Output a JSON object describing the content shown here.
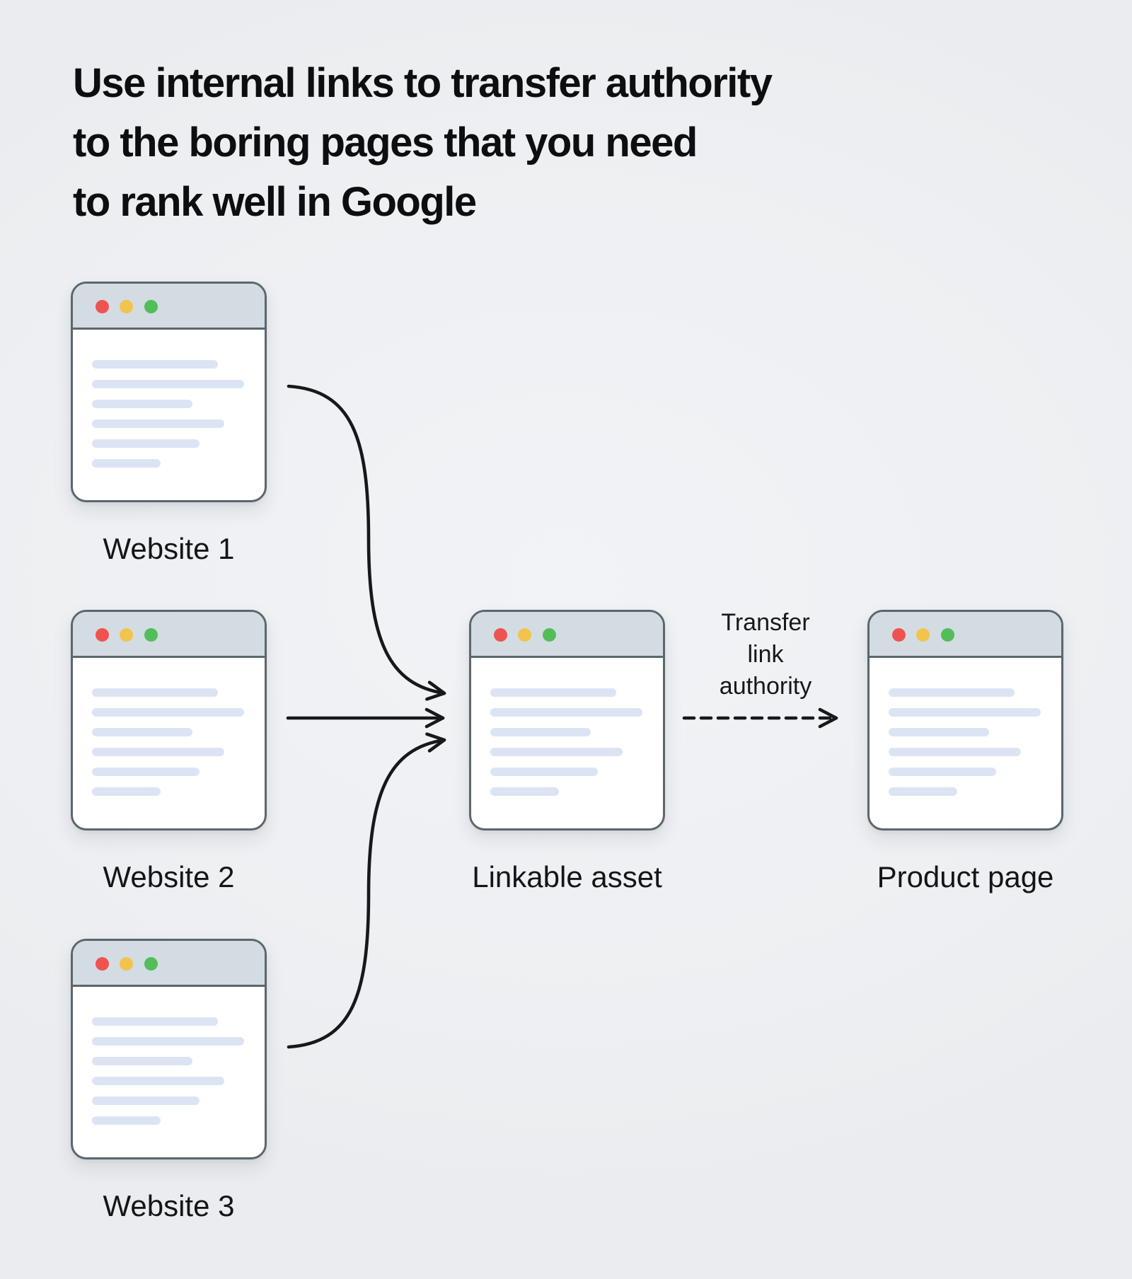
{
  "title": {
    "lines": [
      "Use internal links to transfer authority",
      "to the boring pages that you need",
      "to rank well in Google"
    ]
  },
  "nodes": {
    "website1": {
      "label": "Website 1"
    },
    "website2": {
      "label": "Website 2"
    },
    "website3": {
      "label": "Website 3"
    },
    "hub": {
      "label": "Linkable asset"
    },
    "product": {
      "label": "Product page"
    }
  },
  "edge_label": {
    "lines": [
      "Transfer",
      "link",
      "authority"
    ]
  },
  "colors": {
    "background": "#edeff2",
    "window_header": "#d3dce2",
    "window_border": "#5c666d",
    "window_body": "#ffffff",
    "skeleton_line": "#dce4f4",
    "dot_red": "#ef5350",
    "dot_yellow": "#f2c44d",
    "dot_green": "#53bd5a",
    "arrow": "#17181a",
    "text": "#0d0e10"
  }
}
